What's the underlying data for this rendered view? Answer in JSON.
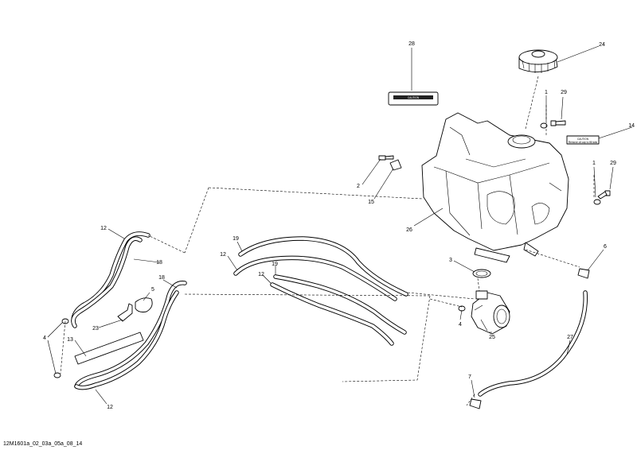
{
  "reference_code": "12M1601a_02_03a_05a_08_14",
  "callouts": {
    "c1a": "1",
    "c1b": "1",
    "c2": "2",
    "c3": "3",
    "c4a": "4",
    "c4b": "4",
    "c5": "5",
    "c6": "6",
    "c7": "7",
    "c12a": "12",
    "c12b": "12",
    "c12c": "12",
    "c12d": "12",
    "c13": "13",
    "c14": "14",
    "c15": "15",
    "c18a": "18",
    "c18b": "18",
    "c19a": "19",
    "c19b": "19",
    "c23": "23",
    "c24": "24",
    "c25": "25",
    "c26": "26",
    "c27": "27",
    "c28": "28",
    "c29a": "29",
    "c29b": "29"
  },
  "sticker_28": "CAUTION",
  "sticker_14": {
    "line1": "CAUTION",
    "line2": "Remove oil cap to fill tank"
  }
}
